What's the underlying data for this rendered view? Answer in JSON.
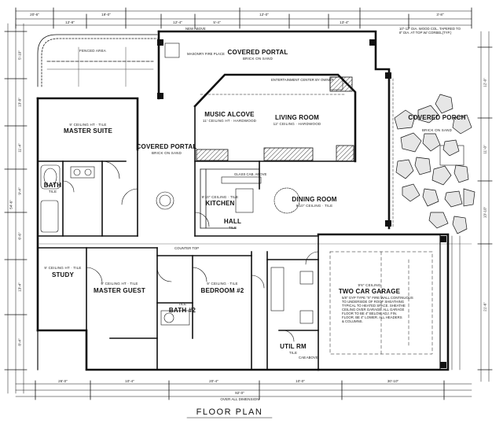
{
  "title": "FLOOR PLAN",
  "colors": {
    "ink": "#111111",
    "paper": "#ffffff",
    "stone": "#e6e6e6"
  },
  "rooms": [
    {
      "id": "master-suite",
      "name": "MASTER SUITE",
      "sub": "9' CEILING HT · TILE"
    },
    {
      "id": "music-alcove",
      "name": "MUSIC ALCOVE",
      "sub": "11' CEILING HT · HARDWOOD"
    },
    {
      "id": "living-room",
      "name": "LIVING ROOM",
      "sub": "12' CEILING · HARDWOOD"
    },
    {
      "id": "covered-portal-top",
      "name": "COVERED PORTAL",
      "sub": "BRICK ON SAND"
    },
    {
      "id": "covered-portal-mid",
      "name": "COVERED PORTAL",
      "sub": "BRICK ON SAND"
    },
    {
      "id": "covered-porch",
      "name": "COVERED PORCH",
      "sub": "BRICK ON SAND"
    },
    {
      "id": "kitchen",
      "name": "KITCHEN",
      "sub": "9'10\" CEILING · TILE"
    },
    {
      "id": "dining-room",
      "name": "DINING ROOM",
      "sub": "9'10\" CEILING · TILE"
    },
    {
      "id": "bath",
      "name": "BATH",
      "sub": "TILE"
    },
    {
      "id": "hall",
      "name": "HALL",
      "sub": "TILE"
    },
    {
      "id": "study",
      "name": "STUDY",
      "sub": "9' CEILING HT · TILE"
    },
    {
      "id": "master-guest",
      "name": "MASTER GUEST",
      "sub": "9' CEILING HT · TILE"
    },
    {
      "id": "bedroom-2",
      "name": "BEDROOM #2",
      "sub": "9' CEILING · TILE"
    },
    {
      "id": "bath-2",
      "name": "BATH #2",
      "sub": "TILE"
    },
    {
      "id": "util-rm",
      "name": "UTIL RM",
      "sub": "TILE"
    },
    {
      "id": "two-car-garage",
      "name": "TWO CAR GARAGE",
      "sub": "9'6\" CEILING"
    },
    {
      "id": "fenced-area",
      "name": "FENCED AREA",
      "sub": ""
    }
  ],
  "notes": {
    "garage": "5/8\" GYP TYPE \"X\" FIRE WALL CONTINUOUS\nTO UNDERSIDE OF ROOF SHEATHING\nTYPICAL TO HEATED SPACE. SHEATHE\nCEILING OVER GARAGE. ALL GARAGE\nFLOOR TO BE 4\" BELOW ADJ. FIN.\nFLOOR. BE 4\" LOWER. ALL HEADERS\n& COLUMNS.",
    "top_right": "10\"-12\" DIA. WOOD COL. TAPERED TO\n8\" DIA. AT TOP W/ CORBEL(TYP.)",
    "fireplace": "MASONRY FIRE PLACE",
    "entertainment": "ENTERTAINMENT CENTER BY OWNER",
    "glass_above": "GLASS CAB. ABOVE",
    "counter_top": "COUNTER TOP",
    "car_above": "CAB ABOVE",
    "new_above": "NEW ABOVE"
  },
  "dimensions": {
    "top": [
      "20'-6\"",
      "12'-8\"",
      "19'-0\"",
      "12'-4\"",
      "5'-4\"",
      "12'-0\"",
      "13'-4\"",
      "3'-8\""
    ],
    "bottom": [
      "26'-0\"",
      "10'-4\"",
      "20'-4\"",
      "10'-0\"",
      "30'-10\""
    ],
    "overall_bottom": "92'-0\"",
    "overall_label": "OVER ALL DIMENSION",
    "left": [
      "5'-10\"",
      "13'-8\"",
      "11'-4\"",
      "9'-4\"",
      "6'-6\"",
      "13'-4\"",
      "8'-4\""
    ],
    "overall_left": "54'-6\"",
    "right": [
      "12'-0\"",
      "11'-0\"",
      "13'-10\"",
      "21'-6\""
    ]
  }
}
